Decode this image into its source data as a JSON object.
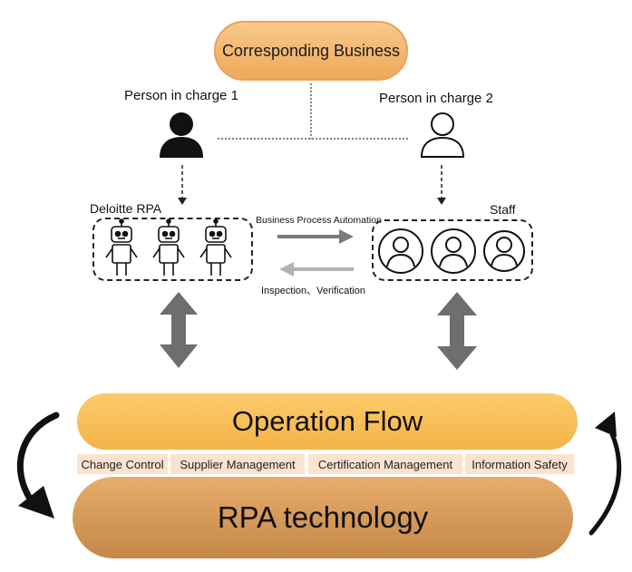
{
  "top_box": {
    "label": "Corresponding Business"
  },
  "persons": {
    "person1": {
      "label": "Person in charge 1"
    },
    "person2": {
      "label": "Person  in charge 2"
    }
  },
  "groups": {
    "deloitte": {
      "label": "Deloitte RPA"
    },
    "staff": {
      "label": "Staff"
    }
  },
  "arrows": {
    "top_label": "Business Process Automation",
    "bottom_label": "Inspection、Verification"
  },
  "operation_flow": {
    "label": "Operation Flow"
  },
  "tags": [
    "Change Control",
    "Supplier Management",
    "Certification Management",
    "Information Safety"
  ],
  "rpa_technology": {
    "label": "RPA technology"
  }
}
